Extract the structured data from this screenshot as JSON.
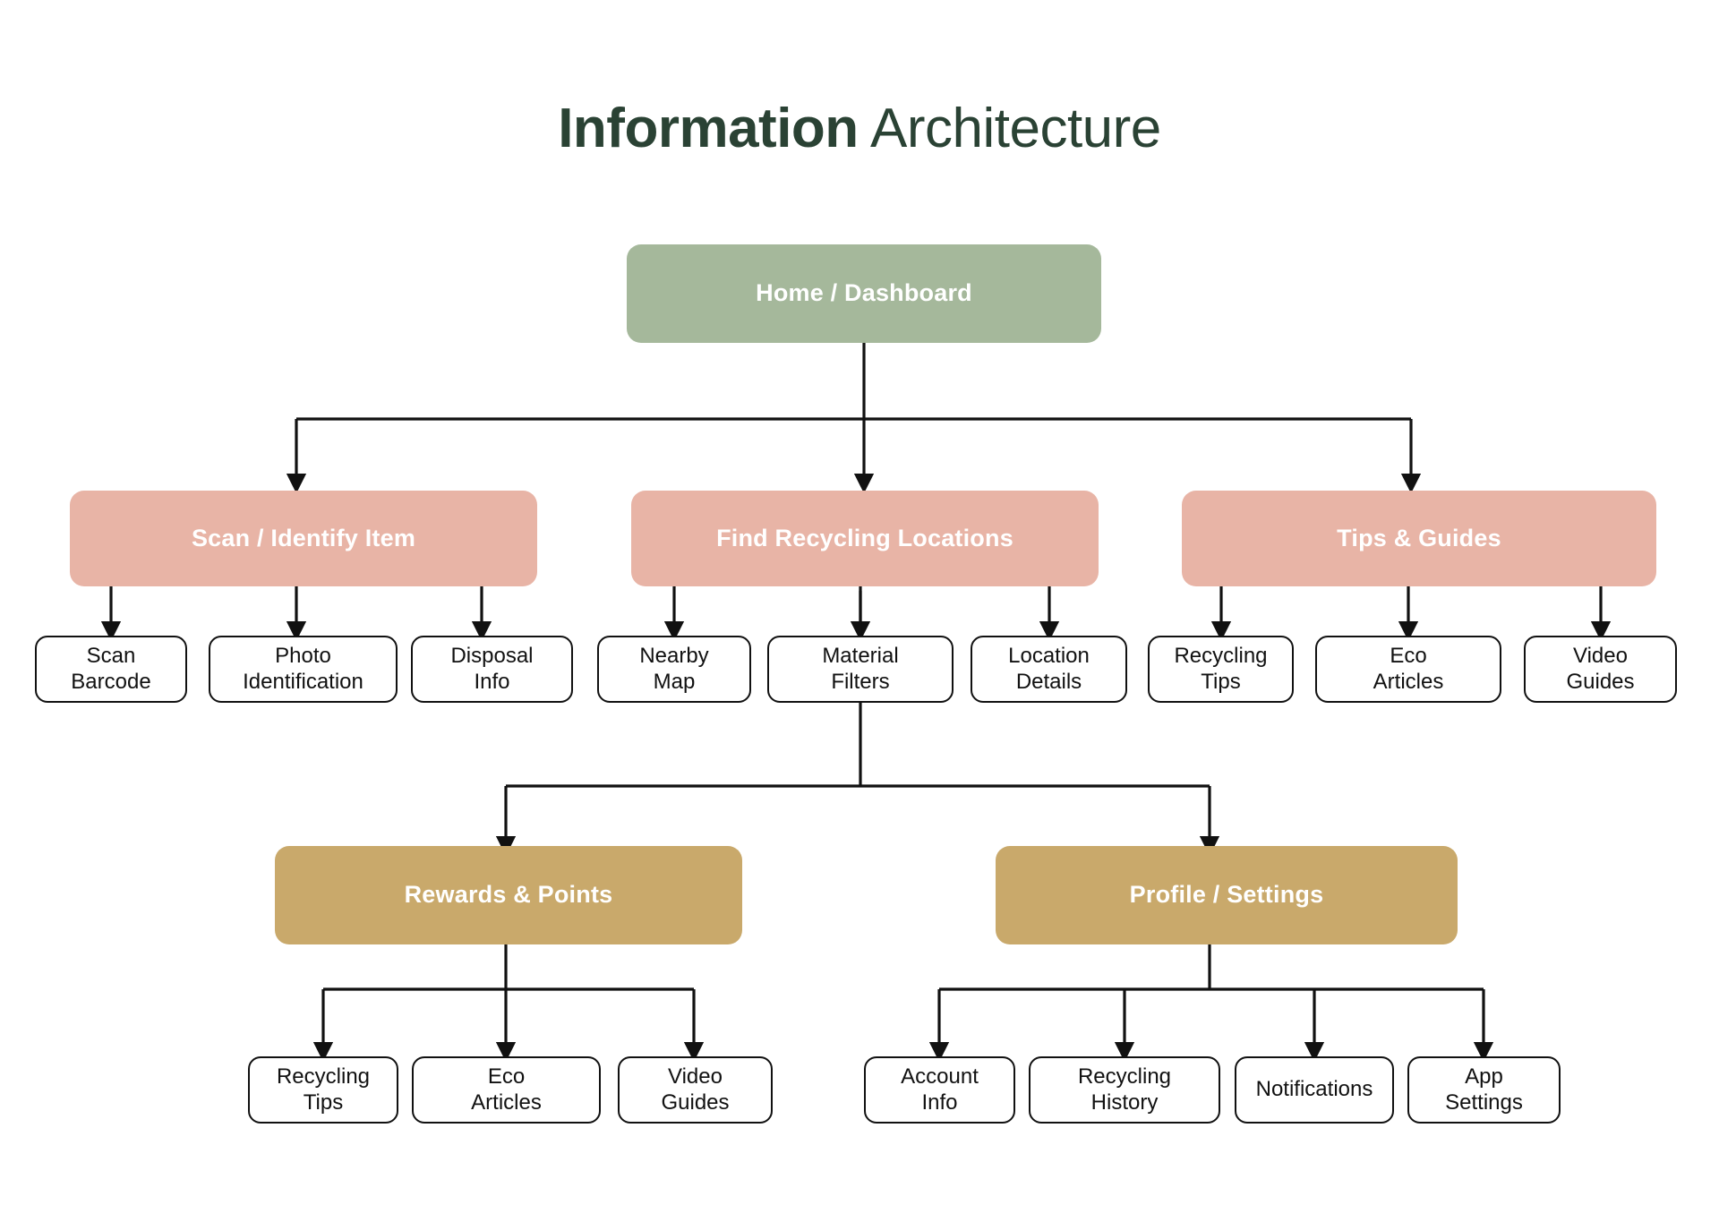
{
  "title": {
    "bold": "Information",
    "light": " Architecture"
  },
  "colors": {
    "title": "#2a4234",
    "root": "#a5b89b",
    "level1": "#e8b4a6",
    "level2": "#c9a96b",
    "leaf_border": "#111111",
    "leaf_fill": "#ffffff",
    "connector": "#111111",
    "background": "#ffffff"
  },
  "root": {
    "label": "Home / Dashboard"
  },
  "level1": [
    {
      "label": "Scan / Identify Item"
    },
    {
      "label": "Find Recycling Locations"
    },
    {
      "label": "Tips & Guides"
    }
  ],
  "level1_children": [
    {
      "line1": "Scan",
      "line2": "Barcode"
    },
    {
      "line1": "Photo",
      "line2": "Identification"
    },
    {
      "line1": "Disposal",
      "line2": "Info"
    },
    {
      "line1": "Nearby",
      "line2": "Map"
    },
    {
      "line1": "Material",
      "line2": "Filters"
    },
    {
      "line1": "Location",
      "line2": "Details"
    },
    {
      "line1": "Recycling",
      "line2": "Tips"
    },
    {
      "line1": "Eco",
      "line2": "Articles"
    },
    {
      "line1": "Video",
      "line2": "Guides"
    }
  ],
  "level2": [
    {
      "label": "Rewards & Points"
    },
    {
      "label": "Profile / Settings"
    }
  ],
  "rewards_children": [
    {
      "line1": "Recycling",
      "line2": "Tips"
    },
    {
      "line1": "Eco",
      "line2": "Articles"
    },
    {
      "line1": "Video",
      "line2": "Guides"
    }
  ],
  "profile_children": [
    {
      "line1": "Account",
      "line2": "Info"
    },
    {
      "line1": "Recycling",
      "line2": "History"
    },
    {
      "line1": "Notifications",
      "line2": ""
    },
    {
      "line1": "App",
      "line2": "Settings"
    }
  ]
}
